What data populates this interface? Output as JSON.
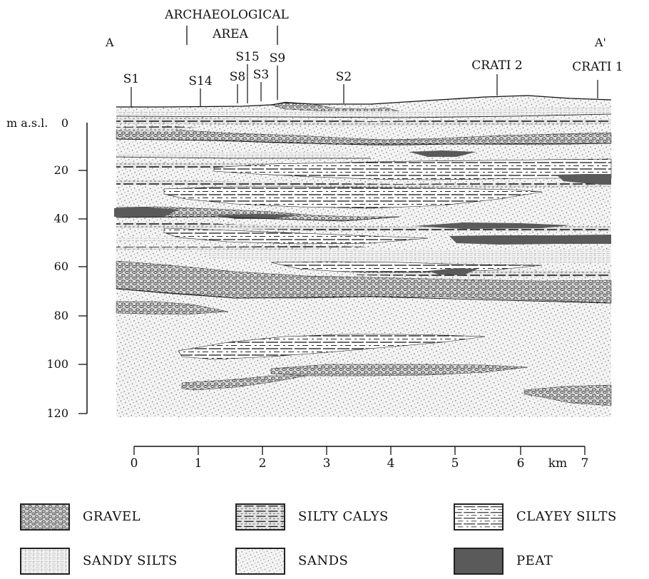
{
  "section": {
    "start_label": "A",
    "end_label": "A'",
    "archaeological_area": [
      "ARCHAEOLOGICAL",
      "AREA"
    ],
    "boreholes": [
      "S1",
      "S14",
      "S8",
      "S15",
      "S3",
      "S9",
      "S2",
      "CRATI 2",
      "CRATI 1"
    ]
  },
  "depth_axis": {
    "unit_label": "m a.s.l.",
    "ticks": [
      "0",
      "20",
      "40",
      "60",
      "80",
      "100",
      "120"
    ]
  },
  "distance_axis": {
    "ticks": [
      "0",
      "1",
      "2",
      "3",
      "4",
      "5",
      "6",
      "7"
    ],
    "unit": "km"
  },
  "legend": [
    {
      "key": "gravel",
      "label": "GRAVEL"
    },
    {
      "key": "silty_clays",
      "label": "SILTY CALYS"
    },
    {
      "key": "clayey_silts",
      "label": "CLAYEY SILTS"
    },
    {
      "key": "sandy_silts",
      "label": "SANDY SILTS"
    },
    {
      "key": "sands",
      "label": "SANDS"
    },
    {
      "key": "peat",
      "label": "PEAT"
    }
  ],
  "colors": {
    "ink": "#111111",
    "peat": "#5a5a5a",
    "background": "#ffffff"
  }
}
